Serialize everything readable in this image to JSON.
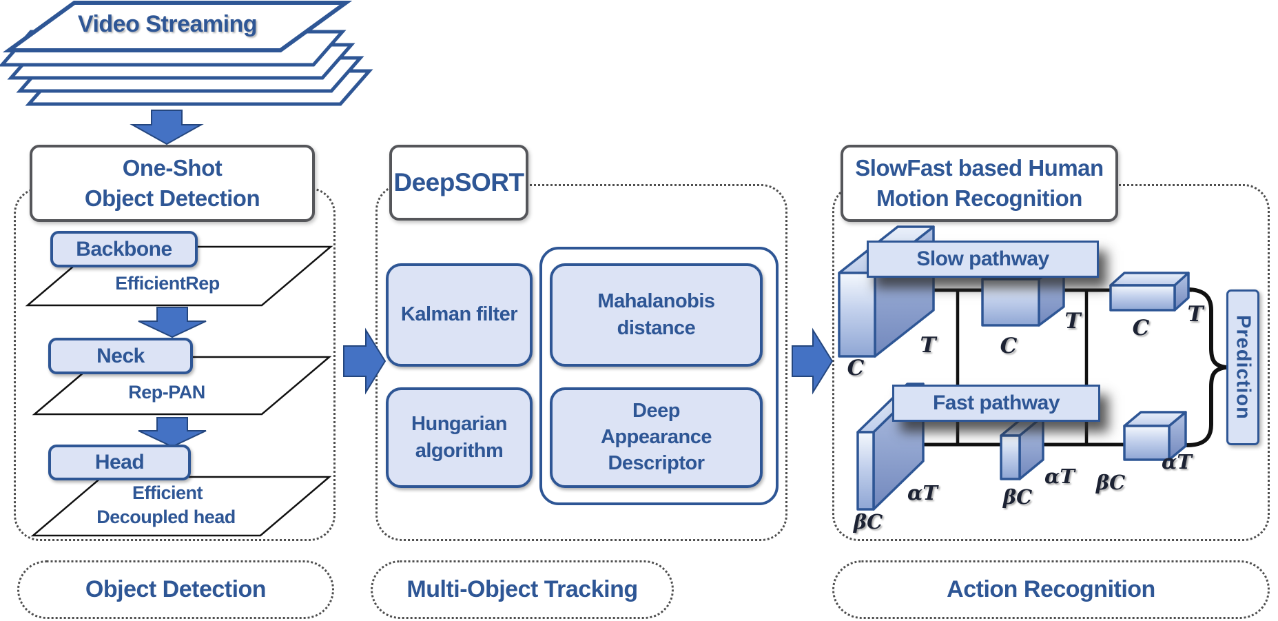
{
  "palette": {
    "brand_blue": "#2E5695",
    "light_blue_fill": "#DCE3F5",
    "arrow_blue": "#4472C4",
    "box_border_gray": "#55565A",
    "dotted_gray": "#4e4e4e",
    "line_black": "#111111"
  },
  "video": {
    "label": "Video Streaming"
  },
  "col1": {
    "title_lines": [
      "One-Shot",
      "Object Detection"
    ],
    "backbone_label": "Backbone",
    "backbone_impl": "EfficientRep",
    "neck_label": "Neck",
    "neck_impl": "Rep-PAN",
    "head_label": "Head",
    "head_impl_lines": [
      "Efficient",
      "Decoupled head"
    ],
    "caption": "Object Detection"
  },
  "col2": {
    "title": "DeepSORT",
    "kalman_label": "Kalman filter",
    "hungarian_label": "Hungarian algorithm",
    "mahalanobis_label": "Mahalanobis distance",
    "deep_appearance_label": "Deep Appearance Descriptor",
    "caption": "Multi-Object Tracking"
  },
  "col3": {
    "title_lines": [
      "SlowFast based Human",
      "Motion Recognition"
    ],
    "slow_bar_label": "Slow pathway",
    "fast_bar_label": "Fast pathway",
    "prediction_label": "Prediction",
    "slow_dims": [
      "C",
      "T",
      "C",
      "T",
      "C",
      "T"
    ],
    "fast_dims": [
      "βC",
      "αT",
      "βC",
      "αT",
      "βC",
      "αT"
    ],
    "caption": "Action Recognition"
  }
}
